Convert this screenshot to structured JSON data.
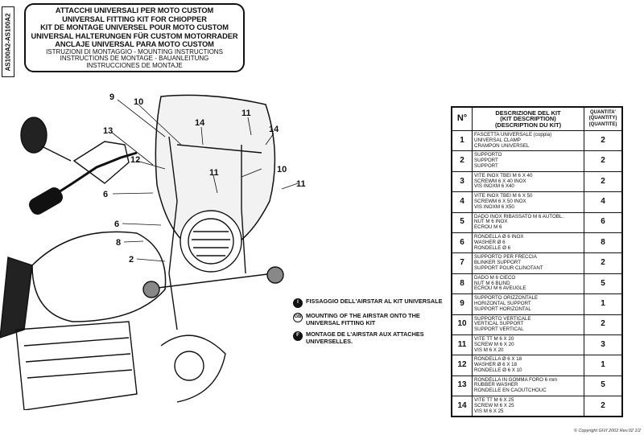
{
  "side_code": "AS100A2-AS100A2",
  "header": {
    "titles": [
      "ATTACCHI UNIVERSALI PER MOTO CUSTOM",
      "UNIVERSAL FITTING KIT FOR CHIOPPER",
      "KIT DE MONTAGE UNIVERSEL POUR MOTO CUSTOM",
      "UNIVERSAL HALTERUNGEN FÜR CUSTOM MOTORRADER",
      "ANCLAJE UNIVERSAL PARA MOTO CUSTOM"
    ],
    "subtitles": [
      "ISTRUZIONI DI MONTAGGIO -  MOUNTING INSTRUCTIONS",
      "INSTRUCTIONS DE MONTAGE - BAUANLEITUNG",
      "INSTRUCCIONES DE MONTAJE"
    ]
  },
  "callouts": [
    "9",
    "10",
    "13",
    "14",
    "11",
    "14",
    "12",
    "10",
    "11",
    "11",
    "6",
    "6",
    "8",
    "2"
  ],
  "legend": [
    {
      "mark": "I",
      "text": "FISSAGGIO DELL'AIRSTAR AL KIT UNIVERSALE"
    },
    {
      "mark": "GB",
      "text": "MOUNTING OF THE AIRSTAR   ONTO THE UNIVERSAL FITTING KIT"
    },
    {
      "mark": "F",
      "text": "MONTAGE DE L'AIRSTAR AUX ATTACHES UNIVERSELLES."
    }
  ],
  "table": {
    "header_no": "N°",
    "header_desc": [
      "DESCRIZIONE DEL KIT",
      "(KIT DESCRIPTION)",
      "(DESCRIPTION DU KIT)"
    ],
    "header_qty": [
      "QUANTITA'",
      "(QUANTITY)",
      "(QUANTITE)"
    ],
    "rows": [
      {
        "n": "1",
        "lines": [
          "FASCETTA UNIVERSALE (coppia)",
          "UNIVERSAL CLAMP",
          "CRAMPON UNIVERSEL"
        ],
        "q": "2"
      },
      {
        "n": "2",
        "lines": [
          "SUPPORTO",
          "SUPPORT",
          "SUPPORT"
        ],
        "q": "2"
      },
      {
        "n": "3",
        "lines": [
          "VITE  INOX TBEI M 6 X 40",
          "SCREWM 6 X 40 INOX",
          "VIS   INOXM 6 X40"
        ],
        "q": "2"
      },
      {
        "n": "4",
        "lines": [
          "VITE  INOX TBEI M 6 X 50",
          "SCREWM 6 X 50 INOX",
          "VIS   INOXM 6 X50"
        ],
        "q": "4"
      },
      {
        "n": "5",
        "lines": [
          "DADO INOX RIBASSATO M 6 AUTOBL.",
          "NUT M 6 INOX",
          "ECROU M 6"
        ],
        "q": "6"
      },
      {
        "n": "6",
        "lines": [
          "RONDELLA Ø 6 INOX",
          "WASHER Ø 6",
          "RONDELLE Ø 6"
        ],
        "q": "8"
      },
      {
        "n": "7",
        "lines": [
          "SUPPORTO PER FRECCIA",
          "BLINKER SUPPORT",
          "SUPPORT POUR CLINOTANT"
        ],
        "q": "2"
      },
      {
        "n": "8",
        "lines": [
          "DADO M 6 CIECO",
          "NUT M  6 BLIND",
          "ECROU M 6 AVEUGLE"
        ],
        "q": "5"
      },
      {
        "n": "9",
        "lines": [
          "SUPPORTO ORIZZONTALE",
          "HORIZONTAL SUPPORT",
          "SUPPORT HORIZONTAL"
        ],
        "q": "1"
      },
      {
        "n": "10",
        "lines": [
          "SUPPORTO VERTICALE",
          "VERTICAL SUPPORT",
          "SUPPORT VERTICAL"
        ],
        "q": "2"
      },
      {
        "n": "11",
        "lines": [
          "VITE  TT M  6 X 20",
          "SCREW M 6 X 20",
          "VIS  M 6 X 20"
        ],
        "q": "3"
      },
      {
        "n": "12",
        "lines": [
          "RONDELLA Ø  6 X 18",
          "WASHER Ø  6 X 18",
          "RONDELLE  Ø  6 X 10"
        ],
        "q": "1"
      },
      {
        "n": "13",
        "lines": [
          "RONDELLA  IN  GOMMA FORO 6 mm",
          "RUBBER  WASHER",
          "RONDELLE  EN  CAOUTCHOUC"
        ],
        "q": "5"
      },
      {
        "n": "14",
        "lines": [
          "VITE  TT M  6 X 25",
          "SCREW M 6 X 25",
          "VIS  M 6 X 25"
        ],
        "q": "2"
      }
    ]
  },
  "copyright": "© Copyright GIVI 2002 Rev.02 1/2"
}
